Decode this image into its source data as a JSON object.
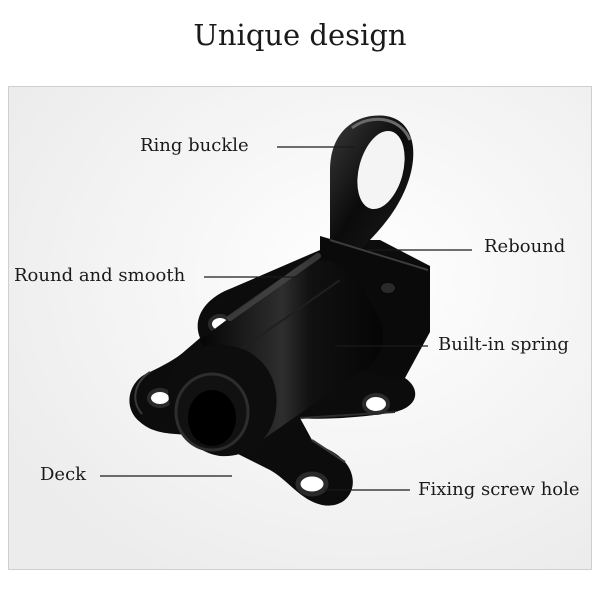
{
  "title": "Unique design",
  "labels": {
    "ring_buckle": "Ring buckle",
    "rebound": "Rebound",
    "round_and_smooth": "Round and smooth",
    "built_in_spring": "Built-in spring",
    "deck": "Deck",
    "fixing_screw_hole": "Fixing screw hole"
  },
  "colors": {
    "product": "#0d0d0d",
    "highlight": "#3a3a3a",
    "background": "#f6f6f6",
    "leader_line": "#1a1a1a"
  }
}
